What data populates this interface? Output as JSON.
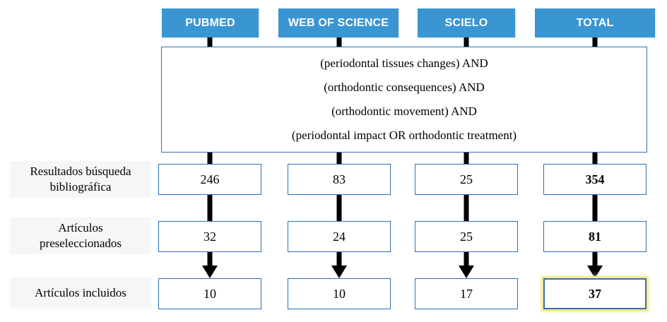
{
  "headers": [
    "PUBMED",
    "WEB OF SCIENCE",
    "SCIELO",
    "TOTAL"
  ],
  "query_lines": [
    "(periodontal tissues changes) AND",
    "(orthodontic consequences) AND",
    "(orthodontic movement) AND",
    "(periodontal impact OR orthodontic treatment)"
  ],
  "rows": [
    {
      "label_lines": [
        "Resultados búsqueda",
        "bibliográfica"
      ],
      "values": [
        "246",
        "83",
        "25",
        "354"
      ]
    },
    {
      "label_lines": [
        "Artículos",
        "preseleccionados"
      ],
      "values": [
        "32",
        "24",
        "25",
        "81"
      ]
    },
    {
      "label_lines": [
        "Artículos incluidos"
      ],
      "values": [
        "10",
        "10",
        "17",
        "37"
      ]
    }
  ],
  "colors": {
    "header_fill": "#3a96d2",
    "box_border": "#2f6fb0",
    "connector": "#000000",
    "highlight_glow": "#f2ec9a"
  }
}
